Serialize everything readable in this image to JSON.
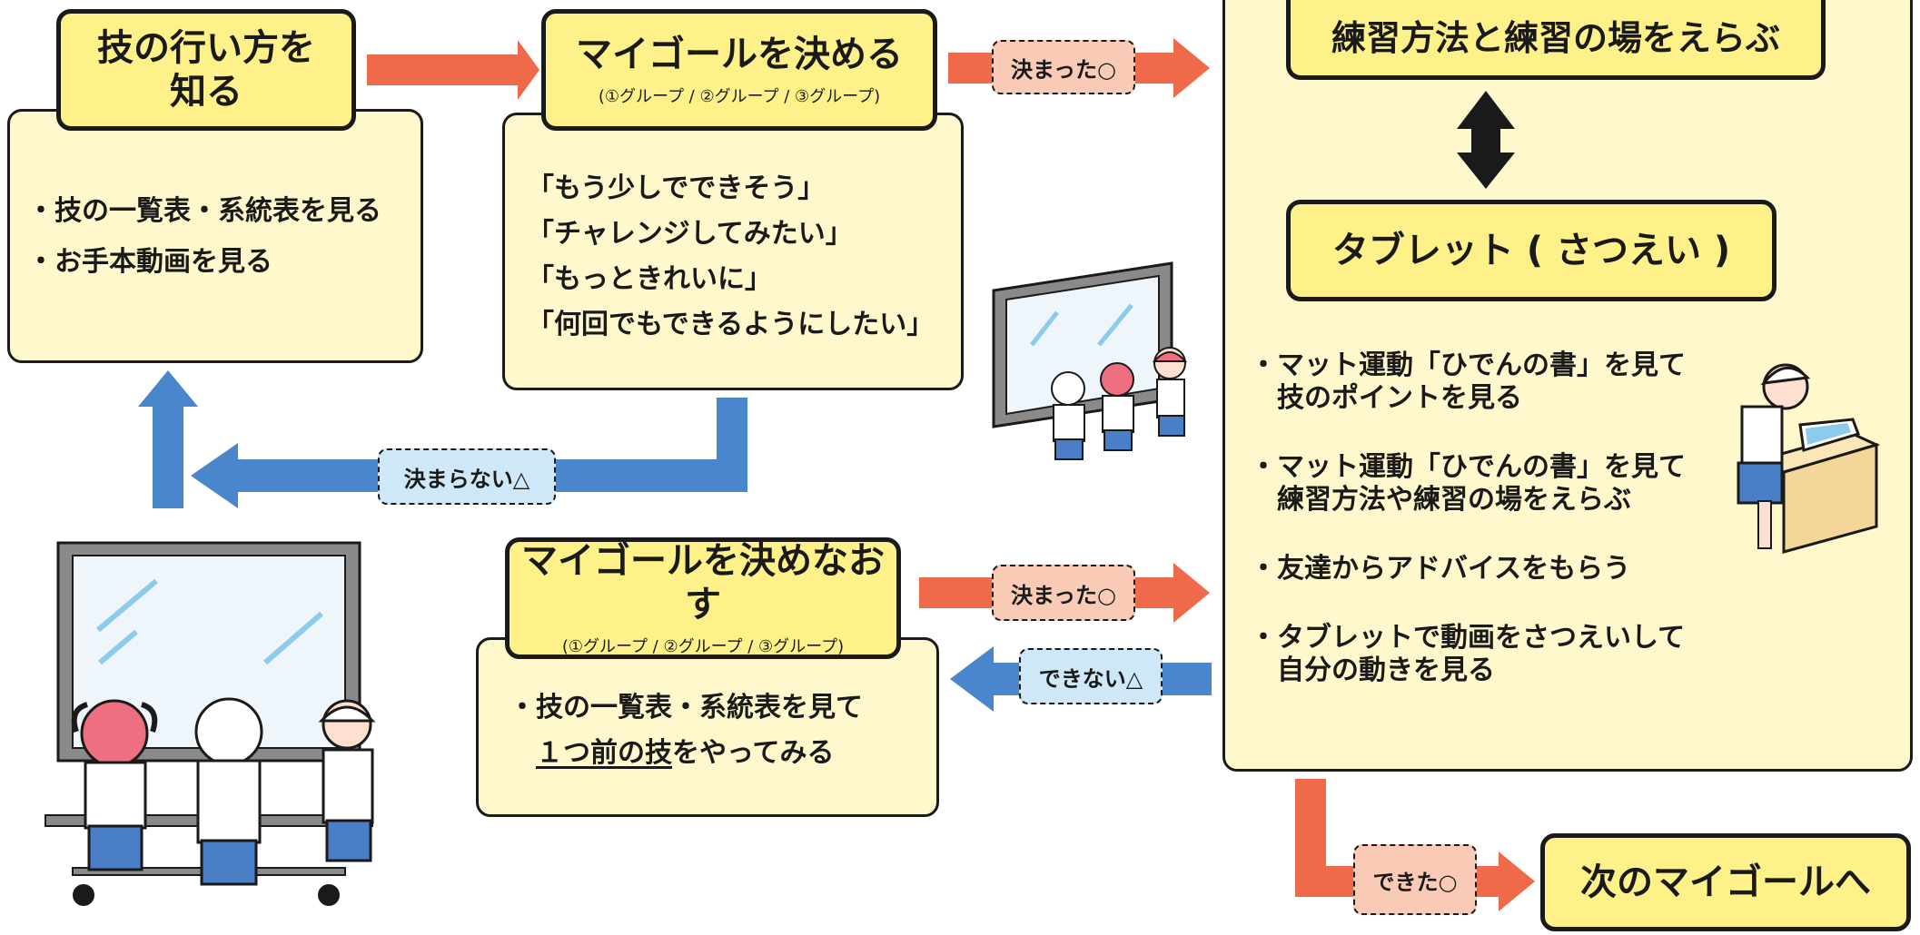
{
  "colors": {
    "panel": "#fff8cc",
    "title": "#fff18a",
    "go": "#ee6a4a",
    "back": "#4a86cc",
    "ok_label": "#f9cbb6",
    "ng_label": "#cfe8f7"
  },
  "step1": {
    "title_line1": "技の行い方を",
    "title_line2": "知る",
    "items": [
      "・技の一覧表・系統表を見る",
      "・お手本動画を見る"
    ]
  },
  "step2": {
    "title": "マイゴールを決める",
    "groups": "(①グループ / ②グループ / ③グループ)",
    "quotes": [
      "「もう少しでできそう」",
      "「チャレンジしてみたい」",
      "「もっときれいに」",
      "「何回でもできるようにしたい」"
    ]
  },
  "redo": {
    "title": "マイゴールを決めなおす",
    "groups": "(①グループ / ②グループ / ③グループ)",
    "line1": "・技の一覧表・系統表を見て",
    "line2_underlined": "１つ前の技",
    "line2_rest": "をやってみる"
  },
  "practice": {
    "title": "練習方法と練習の場をえらぶ",
    "tablet": "タブレット ( さつえい )",
    "items": [
      "・マット運動「ひでんの書」を見て\n　技のポイントを見る",
      "・マット運動「ひでんの書」を見て\n　練習方法や練習の場をえらぶ",
      "・友達からアドバイスをもらう",
      "・タブレットで動画をさつえいして\n　自分の動きを見る"
    ]
  },
  "next": {
    "title": "次のマイゴールへ"
  },
  "labels": {
    "decided1": "決まった○",
    "not_decided": "決まらない△",
    "decided2": "決まった○",
    "cannot": "できない△",
    "done": "できた○"
  },
  "icons": [
    "tv-screen-students",
    "tv-screen-children",
    "student-with-tablet",
    "double-arrow"
  ]
}
